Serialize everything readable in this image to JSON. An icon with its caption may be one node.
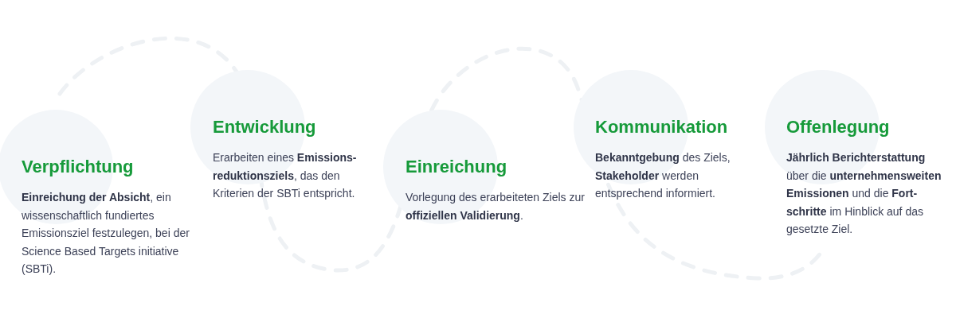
{
  "diagram": {
    "nodes": [
      {
        "text": [
          "Verpflichtung",
          "**Einreichung der Absicht**, ein wissenschaftlich fundiertes Emissionsziel festzulegen, bei der Science Based Targets initiative (SBTi)."
        ]
      },
      {
        "text": [
          "Entwicklung",
          "Erarbeiten eines **Emissions- reduktionsziels**, das den Kriterien der SBTi entspricht."
        ]
      },
      {
        "text": [
          "Einreichung",
          "Vorlegung des erarbeiteten Ziels zur **offiziellen Validierung**."
        ]
      },
      {
        "text": [
          "Kommunikation",
          "**Bekanntgebung** des Ziels, **Stakeholder** werden entsprechend informiert."
        ]
      },
      {
        "text": [
          "Offenlegung",
          "**Jährlich Berichterstattung** über die **unternehmensweiten Emissionen** und die **Fort- schritte** im Hinblick auf das gesetzte Ziel."
        ]
      }
    ],
    "edges": []
  }
}
